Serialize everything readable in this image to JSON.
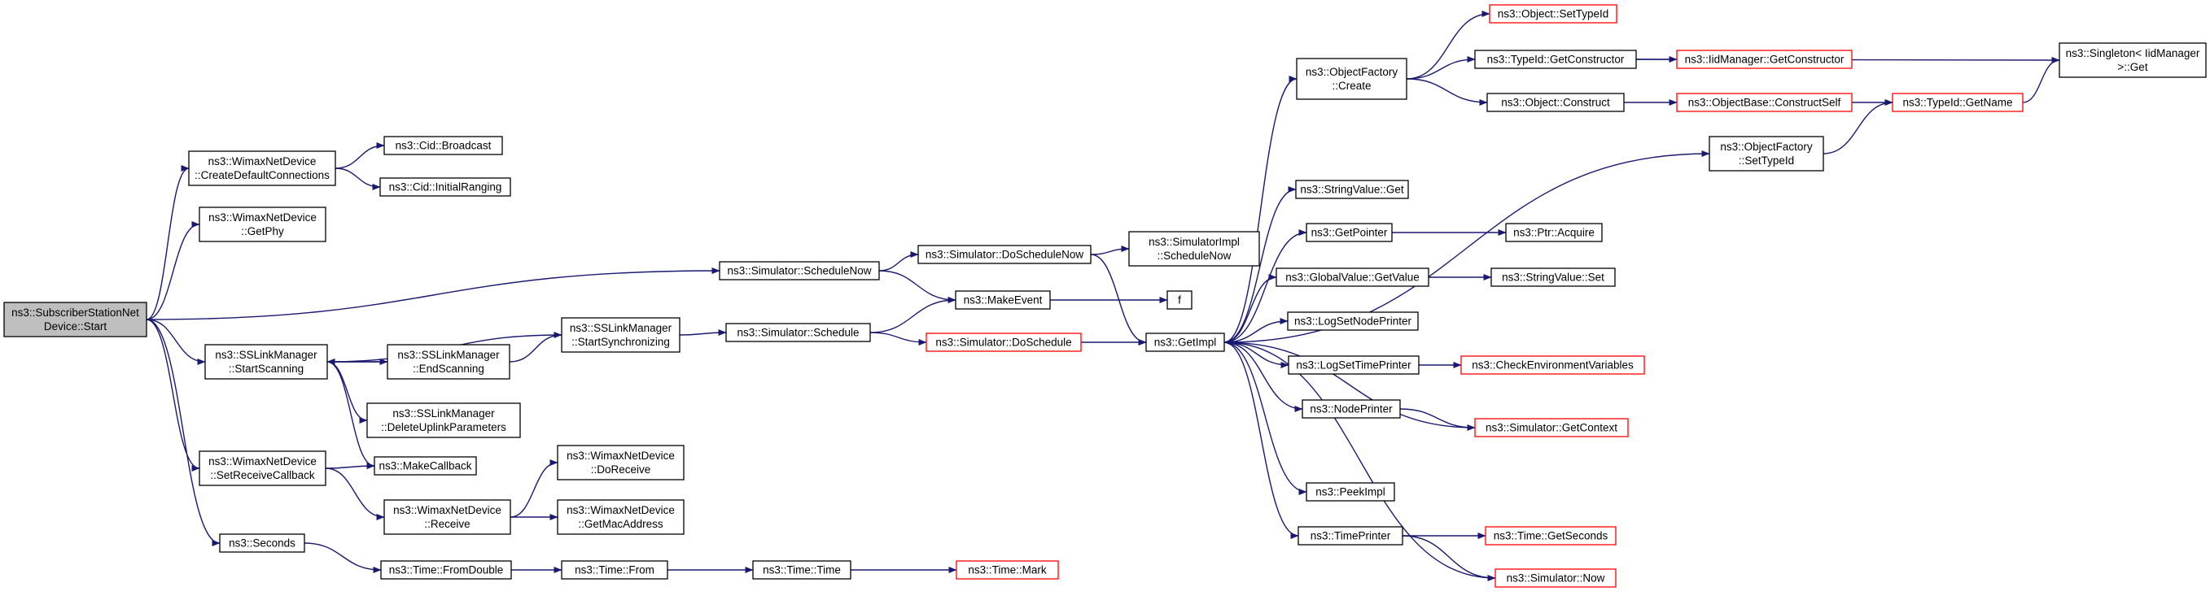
{
  "colors": {
    "edge": "#191970",
    "truncated_border": "#ff0000",
    "node_border": "#000000",
    "root_fill": "#bfbfbf",
    "background": "#ffffff"
  },
  "nodes": {
    "root": {
      "lines": [
        "ns3::SubscriberStationNet",
        "Device::Start"
      ]
    },
    "wnd_cdc": {
      "lines": [
        "ns3::WimaxNetDevice",
        "::CreateDefaultConnections"
      ]
    },
    "cid_bc": {
      "lines": [
        "ns3::Cid::Broadcast"
      ]
    },
    "cid_ir": {
      "lines": [
        "ns3::Cid::InitialRanging"
      ]
    },
    "wnd_getphy": {
      "lines": [
        "ns3::WimaxNetDevice",
        "::GetPhy"
      ]
    },
    "sim_schednow": {
      "lines": [
        "ns3::Simulator::ScheduleNow"
      ]
    },
    "sim_doschednow": {
      "lines": [
        "ns3::Simulator::DoScheduleNow"
      ]
    },
    "simimpl_schednow": {
      "lines": [
        "ns3::SimulatorImpl",
        "::ScheduleNow"
      ]
    },
    "make_event": {
      "lines": [
        "ns3::MakeEvent"
      ]
    },
    "f": {
      "lines": [
        "f"
      ]
    },
    "sslm_start": {
      "lines": [
        "ns3::SSLinkManager",
        "::StartScanning"
      ]
    },
    "sslm_end": {
      "lines": [
        "ns3::SSLinkManager",
        "::EndScanning"
      ]
    },
    "sslm_sync": {
      "lines": [
        "ns3::SSLinkManager",
        "::StartSynchronizing"
      ]
    },
    "sim_sched": {
      "lines": [
        "ns3::Simulator::Schedule"
      ]
    },
    "sim_dosched": {
      "lines": [
        "ns3::Simulator::DoSchedule"
      ],
      "truncated": true
    },
    "getimpl": {
      "lines": [
        "ns3::GetImpl"
      ]
    },
    "sslm_del": {
      "lines": [
        "ns3::SSLinkManager",
        "::DeleteUplinkParameters"
      ]
    },
    "make_cb": {
      "lines": [
        "ns3::MakeCallback"
      ]
    },
    "wnd_setrcb": {
      "lines": [
        "ns3::WimaxNetDevice",
        "::SetReceiveCallback"
      ]
    },
    "wnd_recv": {
      "lines": [
        "ns3::WimaxNetDevice",
        "::Receive"
      ]
    },
    "wnd_dorecv": {
      "lines": [
        "ns3::WimaxNetDevice",
        "::DoReceive"
      ]
    },
    "wnd_getmac": {
      "lines": [
        "ns3::WimaxNetDevice",
        "::GetMacAddress"
      ]
    },
    "seconds": {
      "lines": [
        "ns3::Seconds"
      ]
    },
    "time_fromdouble": {
      "lines": [
        "ns3::Time::FromDouble"
      ]
    },
    "time_from": {
      "lines": [
        "ns3::Time::From"
      ]
    },
    "time_time": {
      "lines": [
        "ns3::Time::Time"
      ]
    },
    "time_mark": {
      "lines": [
        "ns3::Time::Mark"
      ],
      "truncated": true
    },
    "of_create": {
      "lines": [
        "ns3::ObjectFactory",
        "::Create"
      ]
    },
    "obj_settid": {
      "lines": [
        "ns3::Object::SetTypeId"
      ],
      "truncated": true
    },
    "tid_getctor": {
      "lines": [
        "ns3::TypeId::GetConstructor"
      ]
    },
    "iid_getctor": {
      "lines": [
        "ns3::IidManager::GetConstructor"
      ],
      "truncated": true
    },
    "obj_construct": {
      "lines": [
        "ns3::Object::Construct"
      ]
    },
    "ob_constructself": {
      "lines": [
        "ns3::ObjectBase::ConstructSelf"
      ],
      "truncated": true
    },
    "tid_getname": {
      "lines": [
        "ns3::TypeId::GetName"
      ],
      "truncated": true
    },
    "singleton_get": {
      "lines": [
        "ns3::Singleton< IidManager",
        " >::Get"
      ]
    },
    "of_settid": {
      "lines": [
        "ns3::ObjectFactory",
        "::SetTypeId"
      ]
    },
    "sv_get": {
      "lines": [
        "ns3::StringValue::Get"
      ]
    },
    "getpointer": {
      "lines": [
        "ns3::GetPointer"
      ]
    },
    "ptr_acquire": {
      "lines": [
        "ns3::Ptr::Acquire"
      ]
    },
    "gv_getvalue": {
      "lines": [
        "ns3::GlobalValue::GetValue"
      ]
    },
    "sv_set": {
      "lines": [
        "ns3::StringValue::Set"
      ]
    },
    "log_snp": {
      "lines": [
        "ns3::LogSetNodePrinter"
      ]
    },
    "log_stp": {
      "lines": [
        "ns3::LogSetTimePrinter"
      ]
    },
    "check_env": {
      "lines": [
        "ns3::CheckEnvironmentVariables"
      ],
      "truncated": true
    },
    "nodeprinter": {
      "lines": [
        "ns3::NodePrinter"
      ]
    },
    "sim_getctx": {
      "lines": [
        "ns3::Simulator::GetContext"
      ],
      "truncated": true
    },
    "peekimpl": {
      "lines": [
        "ns3::PeekImpl"
      ]
    },
    "timeprinter": {
      "lines": [
        "ns3::TimePrinter"
      ]
    },
    "time_getsec": {
      "lines": [
        "ns3::Time::GetSeconds"
      ],
      "truncated": true
    },
    "sim_now": {
      "lines": [
        "ns3::Simulator::Now"
      ],
      "truncated": true
    }
  },
  "edges": [
    [
      "root",
      "wnd_cdc"
    ],
    [
      "root",
      "wnd_getphy"
    ],
    [
      "root",
      "sim_schednow"
    ],
    [
      "root",
      "sslm_start"
    ],
    [
      "root",
      "wnd_setrcb"
    ],
    [
      "root",
      "seconds"
    ],
    [
      "wnd_cdc",
      "cid_bc"
    ],
    [
      "wnd_cdc",
      "cid_ir"
    ],
    [
      "sim_schednow",
      "sim_doschednow"
    ],
    [
      "sim_schednow",
      "make_event"
    ],
    [
      "sim_doschednow",
      "simimpl_schednow"
    ],
    [
      "sim_doschednow",
      "getimpl"
    ],
    [
      "make_event",
      "f"
    ],
    [
      "sslm_start",
      "sslm_end"
    ],
    [
      "sslm_start",
      "sslm_del"
    ],
    [
      "sslm_start",
      "make_cb"
    ],
    [
      "sslm_end",
      "sslm_start"
    ],
    [
      "sslm_end",
      "sslm_sync"
    ],
    [
      "sslm_sync",
      "sslm_start"
    ],
    [
      "sslm_sync",
      "sim_sched"
    ],
    [
      "sim_sched",
      "make_event"
    ],
    [
      "sim_sched",
      "sim_dosched"
    ],
    [
      "sim_dosched",
      "getimpl"
    ],
    [
      "wnd_setrcb",
      "make_cb"
    ],
    [
      "wnd_setrcb",
      "wnd_recv"
    ],
    [
      "wnd_recv",
      "wnd_dorecv"
    ],
    [
      "wnd_recv",
      "wnd_getmac"
    ],
    [
      "seconds",
      "time_fromdouble"
    ],
    [
      "time_fromdouble",
      "time_from"
    ],
    [
      "time_from",
      "time_time"
    ],
    [
      "time_time",
      "time_mark"
    ],
    [
      "getimpl",
      "of_create"
    ],
    [
      "getimpl",
      "of_settid"
    ],
    [
      "getimpl",
      "sv_get"
    ],
    [
      "getimpl",
      "getpointer"
    ],
    [
      "getimpl",
      "gv_getvalue"
    ],
    [
      "getimpl",
      "log_snp"
    ],
    [
      "getimpl",
      "log_stp"
    ],
    [
      "getimpl",
      "nodeprinter"
    ],
    [
      "getimpl",
      "peekimpl"
    ],
    [
      "getimpl",
      "timeprinter"
    ],
    [
      "of_create",
      "obj_settid"
    ],
    [
      "of_create",
      "tid_getctor"
    ],
    [
      "of_create",
      "obj_construct"
    ],
    [
      "tid_getctor",
      "iid_getctor"
    ],
    [
      "tid_getctor",
      "singleton_get"
    ],
    [
      "obj_construct",
      "ob_constructself"
    ],
    [
      "ob_constructself",
      "tid_getname"
    ],
    [
      "tid_getname",
      "singleton_get"
    ],
    [
      "of_settid",
      "tid_getname"
    ],
    [
      "getpointer",
      "ptr_acquire"
    ],
    [
      "gv_getvalue",
      "sv_set"
    ],
    [
      "log_stp",
      "check_env"
    ],
    [
      "nodeprinter",
      "sim_getctx"
    ],
    [
      "sim_getctx",
      "getimpl"
    ],
    [
      "timeprinter",
      "time_getsec"
    ],
    [
      "timeprinter",
      "sim_now"
    ],
    [
      "sim_now",
      "getimpl"
    ]
  ]
}
